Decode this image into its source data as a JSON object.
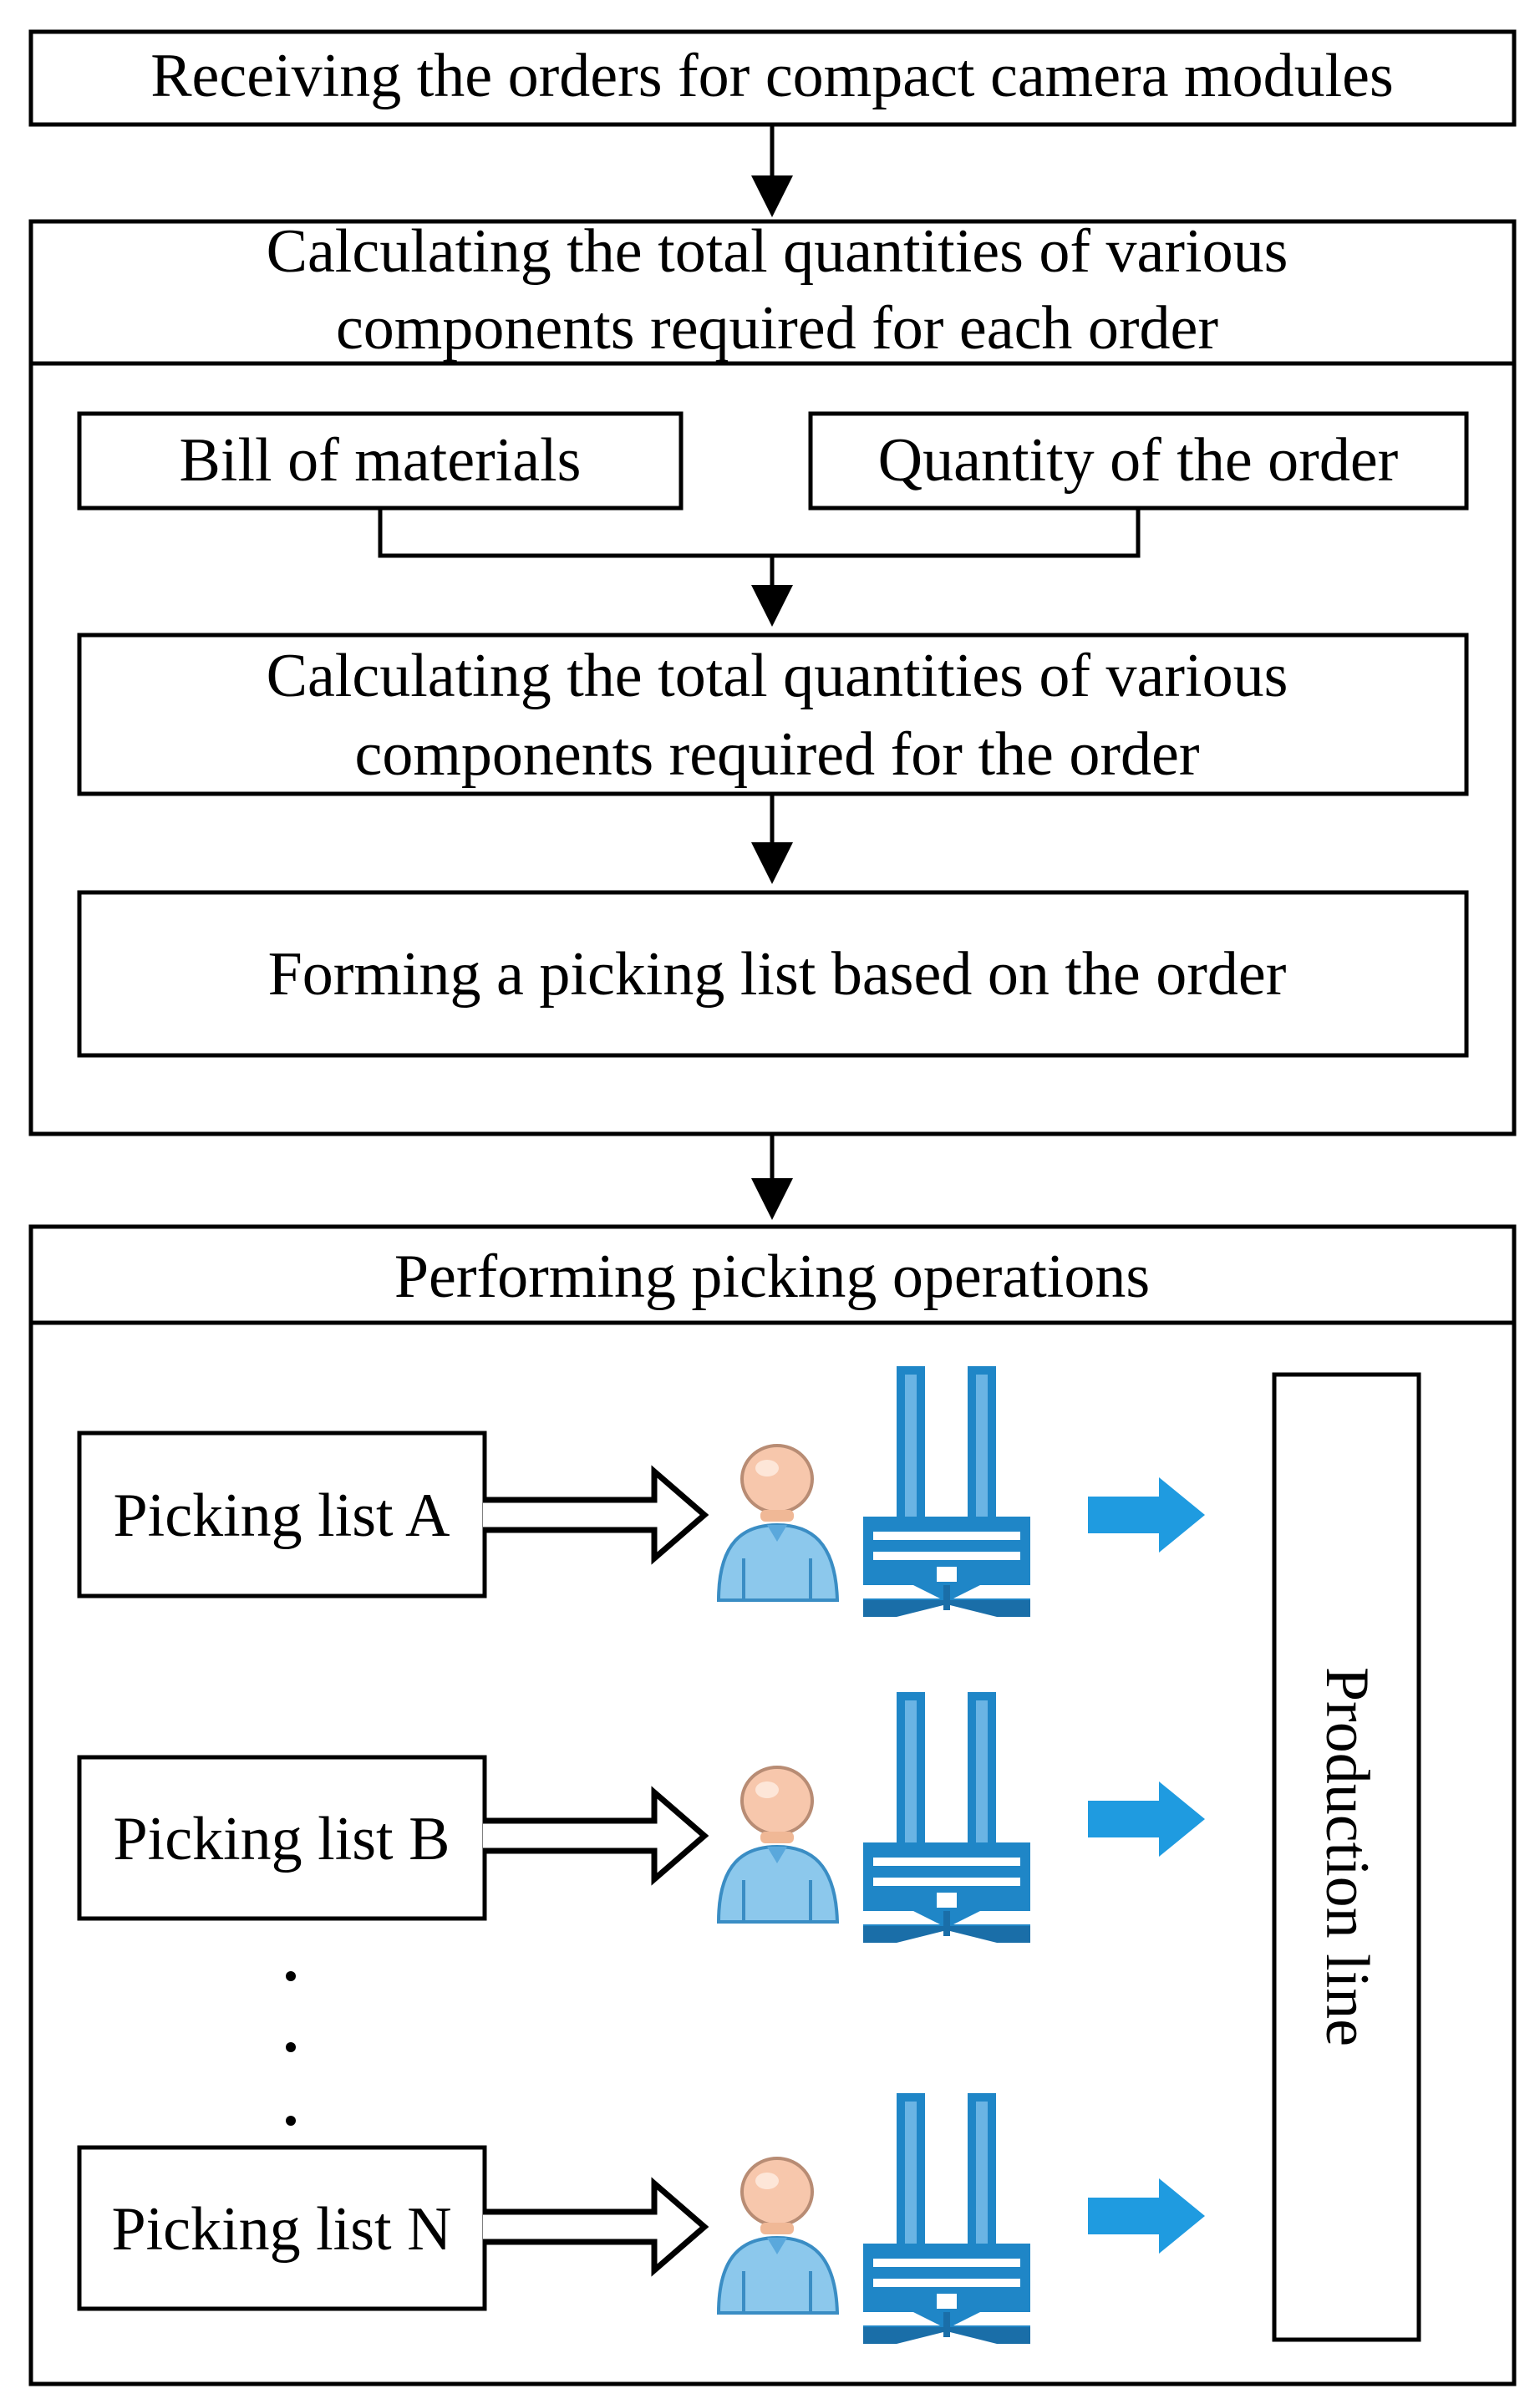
{
  "step1": {
    "label": "Receiving the orders for compact camera modules"
  },
  "step2": {
    "header_line1": "Calculating the total quantities of various",
    "header_line2": "components required for each order",
    "bom": "Bill of materials",
    "quantity": "Quantity of the order",
    "calc_line1": "Calculating the total quantities of various",
    "calc_line2": "components required for the order",
    "picking_list": "Forming a picking list based on the order"
  },
  "step3": {
    "header": "Performing picking operations",
    "lists": [
      {
        "label": "Picking list A"
      },
      {
        "label": "Picking list B"
      },
      {
        "label": "Picking list N"
      }
    ],
    "ellipsis": ". . .",
    "production_line": "Production line"
  },
  "colors": {
    "icon_blue": "#1f86c7",
    "icon_dark_blue": "#1a6ea8",
    "arrow_blue": "#1f9be0",
    "person_skin": "#f7c7ac",
    "person_body": "#8cc8ec"
  },
  "icons": {
    "person": "worker-person-icon",
    "equipment": "picking-equipment-icon",
    "flow": "blue-flow-arrow-icon"
  }
}
